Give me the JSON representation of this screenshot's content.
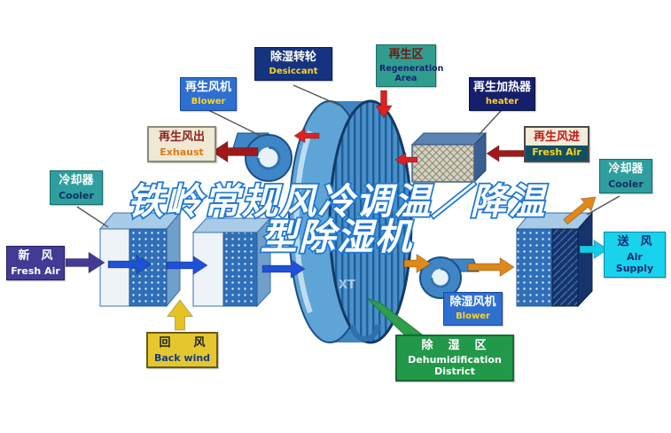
{
  "title": {
    "line1": "铁岭常规风冷调温／降温",
    "line2": "型除湿机"
  },
  "watermark": "XT",
  "labels": {
    "desiccant": {
      "zh": "除湿转轮",
      "en": "Desiccant"
    },
    "regen_area": {
      "zh": "再生区",
      "en": "Regeneration Area"
    },
    "regen_fan": {
      "zh": "再生风机",
      "en": "Blower"
    },
    "regen_heater": {
      "zh": "再生加热器",
      "en": "heater"
    },
    "exhaust": {
      "zh": "再生风出",
      "en": "Exhaust"
    },
    "regen_fresh": {
      "zh": "再生风进",
      "en": "Fresh Air"
    },
    "cooler_left": {
      "zh": "冷却器",
      "en": "Cooler"
    },
    "cooler_right": {
      "zh": "冷却器",
      "en": "Cooler"
    },
    "fresh_air": {
      "zh": "新　风",
      "en": "Fresh Air"
    },
    "air_supply": {
      "zh": "送　风",
      "en": "Air Supply"
    },
    "back_wind": {
      "zh": "回　　风",
      "en": "Back wind"
    },
    "dehumid_fan": {
      "zh": "除湿风机",
      "en": "Blower"
    },
    "dehumid_district": {
      "zh": "除　湿　区",
      "en1": "Dehumidification",
      "en2": "District"
    }
  },
  "colors": {
    "title_outline": "#1e78d4",
    "rotor_blue": "#3e86c0",
    "arrow_red": "#e02020",
    "arrow_dark_red": "#a01818",
    "arrow_orange": "#e08818",
    "arrow_blue": "#1f50d8",
    "arrow_purple": "#433a96",
    "arrow_cyan": "#12cbe8",
    "arrow_yellow": "#e6c31e",
    "green_district": "#22984a"
  }
}
